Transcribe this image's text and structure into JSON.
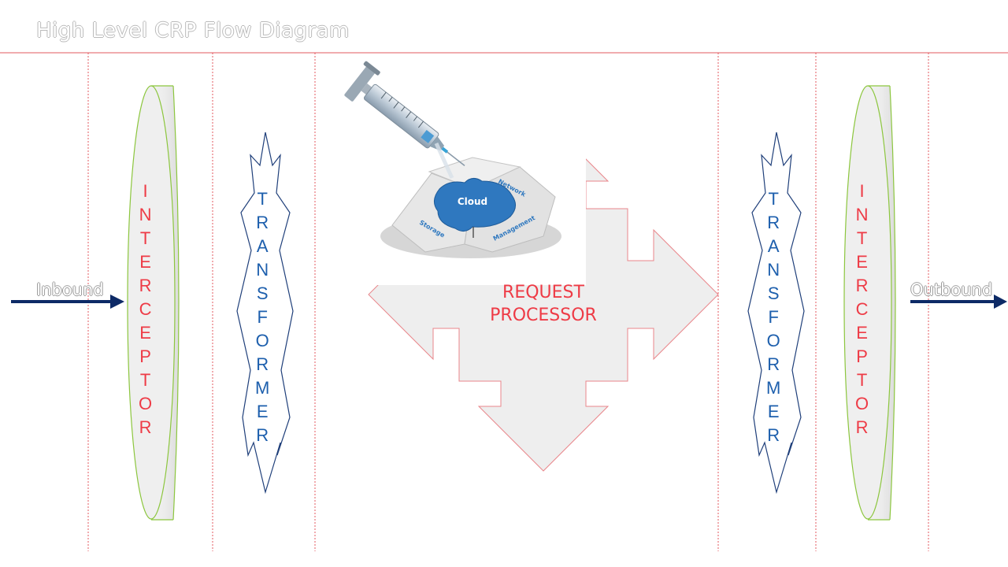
{
  "title": "High Level CRP Flow Diagram",
  "inbound_label": "Inbound",
  "outbound_label": "Outbound",
  "center_label_line1": "REQUEST",
  "center_label_line2": "PROCESSOR",
  "interceptor_label": "INTERCEPTOR",
  "transformer_label": "TRANSFORMER",
  "puzzle_labels": {
    "center": "Cloud",
    "top_right": "Network",
    "bottom_left": "Storage",
    "bottom_right": "Management"
  },
  "colors": {
    "interceptor_text": "#ee3b46",
    "transformer_text": "#1d5fad",
    "arrow": "#0d2a66",
    "guide_lines": "#e3585f",
    "cloud_piece": "#2f78bf"
  }
}
